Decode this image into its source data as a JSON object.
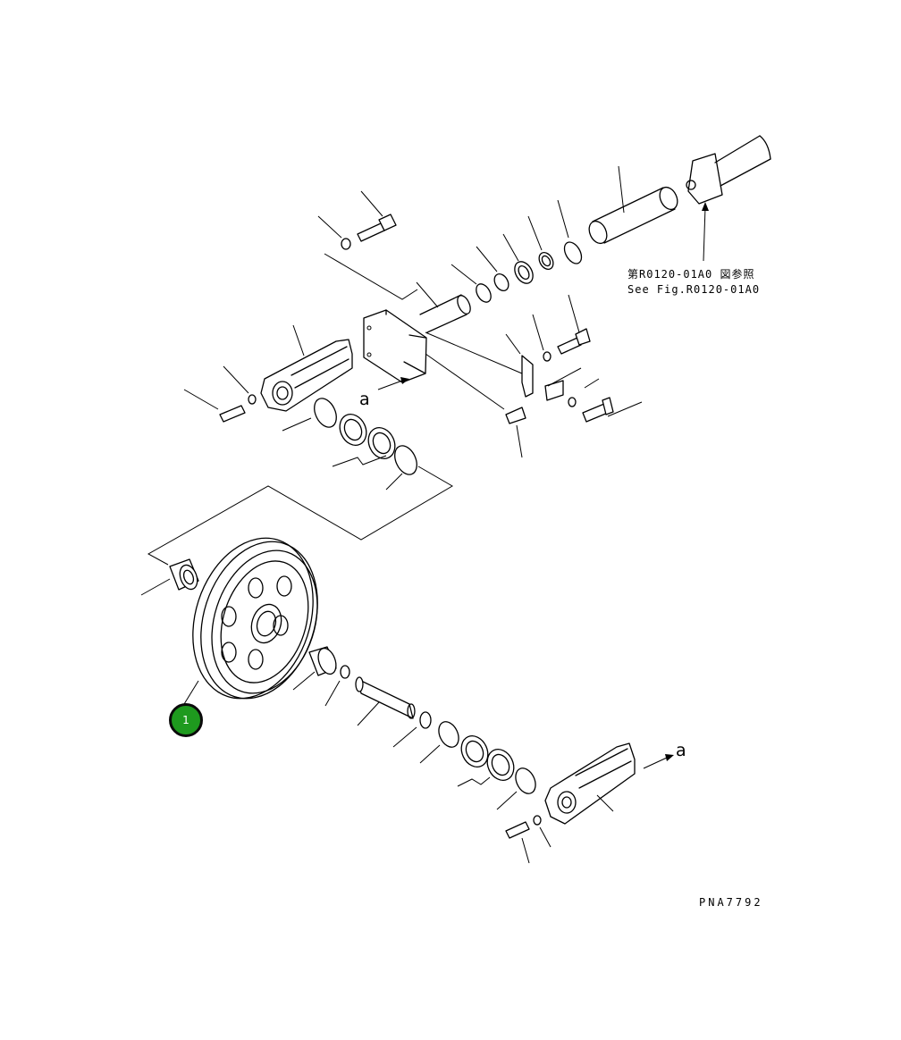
{
  "figure": {
    "reference_jp": "第R0120-01A0 図参照",
    "reference_en": "See Fig.R0120-01A0",
    "drawing_number": "PNA7792",
    "view_marker_top": "a",
    "view_marker_bottom": "a"
  },
  "callouts": [
    {
      "number": "1",
      "color": "#1e9a1e"
    }
  ],
  "colors": {
    "line": "#000000",
    "background": "#ffffff",
    "callout_fill": "#1e9a1e"
  }
}
